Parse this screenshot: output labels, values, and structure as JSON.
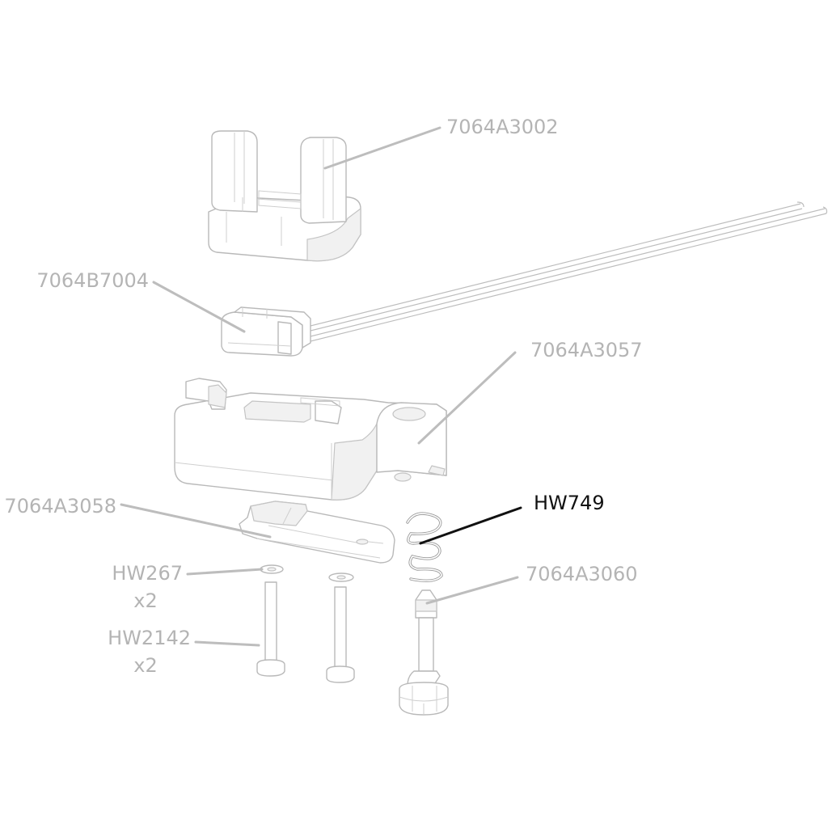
{
  "callouts": {
    "part_7064A3002": "7064A3002",
    "part_7064B7004": "7064B7004",
    "part_7064A3057": "7064A3057",
    "part_7064A3058": "7064A3058",
    "part_HW749": "HW749",
    "part_7064A3060": "7064A3060",
    "part_HW267": "HW267",
    "part_HW267_qty": "x2",
    "part_HW2142": "HW2142",
    "part_HW2142_qty": "x2"
  },
  "highlighted_part": "HW749",
  "colors": {
    "active": "#111111",
    "inactive": "#b4b4b4",
    "part_outline": "#b9b9b9"
  }
}
